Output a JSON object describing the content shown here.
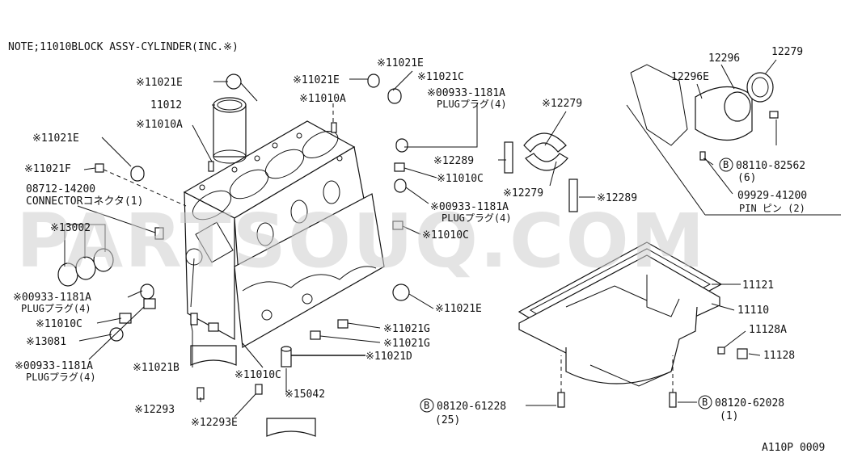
{
  "note": "NOTE;11010BLOCK ASSY-CYLINDER(INC.※)",
  "watermark": "PARTSOUQ.COM",
  "figure_code": "A110P 0009",
  "callouts": {
    "p11021E_top": "※11021E",
    "p11012": "11012",
    "p11010A_left": "※11010A",
    "p11021E_left": "※11021E",
    "p11021F": "※11021F",
    "p08712": "08712-14200",
    "connector": "CONNECTORコネクタ(1)",
    "p13002": "※13002",
    "plug1_num": "※00933-1181A",
    "plug1_txt": "PLUGプラグ(4)",
    "p11010C_left": "※11010C",
    "p13081": "※13081",
    "plug2_num": "※00933-1181A",
    "plug2_txt": "PLUGプラグ(4)",
    "p11021B": "※11021B",
    "p11010C_bottom": "※11010C",
    "p12293": "※12293",
    "p12293E": "※12293E",
    "p15042": "※15042",
    "p11021E_mid": "※11021E",
    "p11010A_mid": "※11010A",
    "p11021C": "※11021C",
    "plug3_num": "※00933-1181A",
    "plug3_txt": "PLUGプラグ(4)",
    "p12279_mid": "※12279",
    "p12289_a": "※12289",
    "p11010C_r1": "※11010C",
    "p12279_b": "※12279",
    "p12289_b": "※12289",
    "plug4_num": "※00933-1181A",
    "plug4_txt": "PLUGプラグ(4)",
    "p11010C_r2": "※11010C",
    "p11021E_r": "※11021E",
    "p11021G_1": "※11021G",
    "p11021G_2": "※11021G",
    "p11021D": "※11021D",
    "p12296": "12296",
    "p12279_tr": "12279",
    "p12296E": "12296E",
    "bolt1_num": "08110-82562",
    "bolt1_qty": "(6)",
    "pin_num": "09929-41200",
    "pin_txt": "PIN ピン (2)",
    "p11121": "11121",
    "p11110": "11110",
    "p11128A": "11128A",
    "p11128": "11128",
    "bolt2_num": "08120-61228",
    "bolt2_qty": "(25)",
    "bolt3_num": "08120-62028",
    "bolt3_qty": "(1)",
    "circle_b": "B"
  }
}
